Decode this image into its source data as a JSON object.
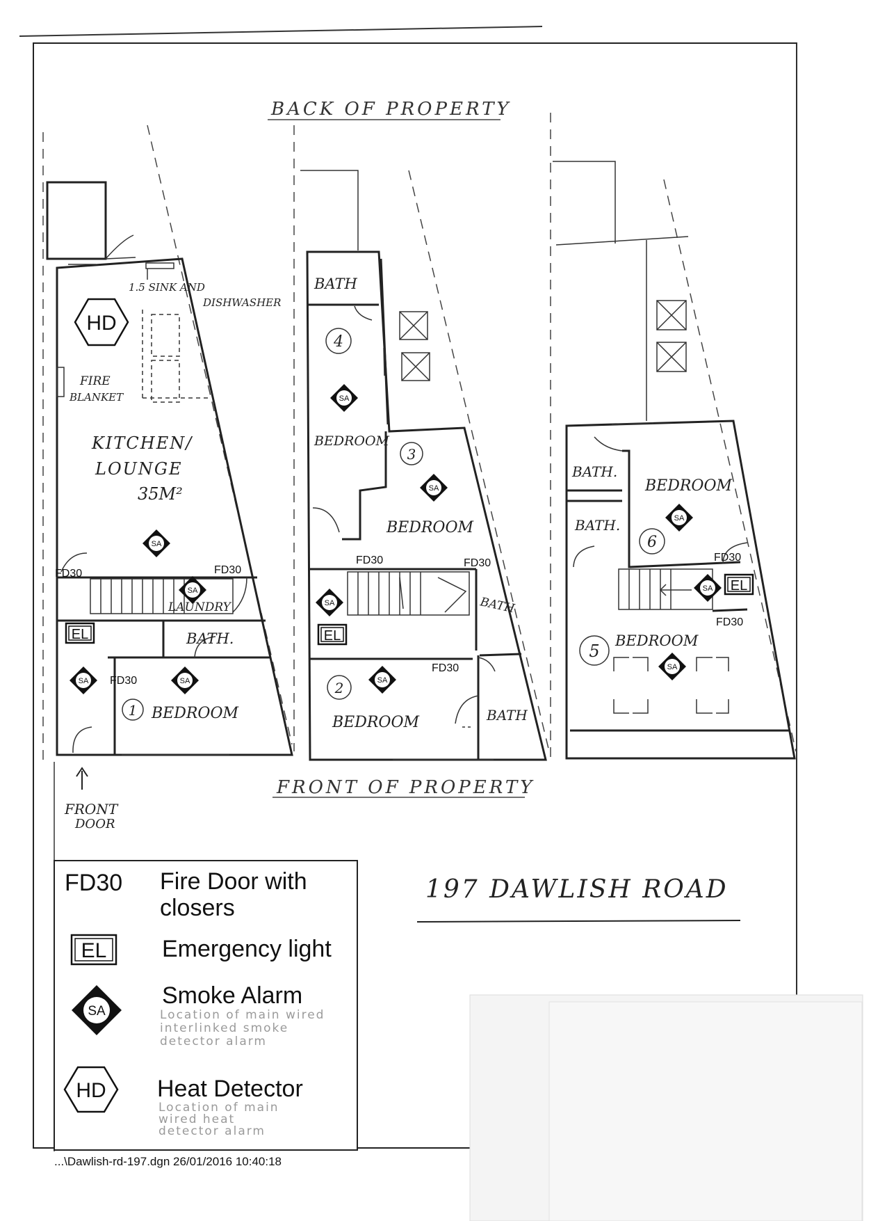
{
  "header": {
    "back_label": "BACK OF PROPERTY"
  },
  "footer": {
    "front_label": "FRONT OF PROPERTY",
    "front_door_line1": "FRONT",
    "front_door_line2": "DOOR"
  },
  "address": "197 DAWLISH ROAD",
  "file_stamp": "...\\Dawlish-rd-197.dgn  26/01/2016 10:40:18",
  "rooms": {
    "kitchen_line1": "KITCHEN/",
    "kitchen_line2": "LOUNGE",
    "kitchen_area": "35M²",
    "sink_line1": "1.5 SINK AND",
    "sink_line2": "DISHWASHER",
    "fire_blanket_line1": "FIRE",
    "fire_blanket_line2": "BLANKET",
    "laundry": "LAUNDRY",
    "bath": "BATH.",
    "bath_plain": "BATH",
    "bedroom": "BEDROOM",
    "n1": "1",
    "n2": "2",
    "n3": "3",
    "n4": "4",
    "n5": "5",
    "n6": "6"
  },
  "symbols": {
    "fd30": "FD30",
    "el": "EL",
    "sa": "SA",
    "hd": "HD"
  },
  "legend": {
    "fd30_title_line1": "Fire Door with",
    "fd30_title_line2": "closers",
    "el_title": "Emergency light",
    "sa_title": "Smoke Alarm",
    "sa_desc_line1": "Location of main wired",
    "sa_desc_line2": "interlinked smoke",
    "sa_desc_line3": "detector alarm",
    "hd_title": "Heat Detector",
    "hd_desc_line1": "Location of main",
    "hd_desc_line2": "wired   heat",
    "hd_desc_line3": "detector alarm"
  }
}
